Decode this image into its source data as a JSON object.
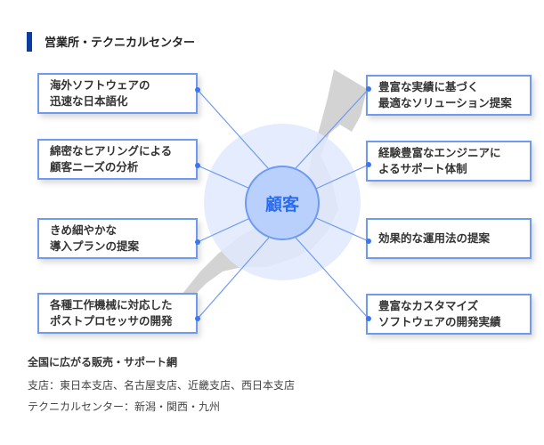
{
  "section_title": "営業所・テクニカルセンター",
  "center_label": "顧客",
  "left_boxes": [
    "海外ソフトウェアの\n迅速な日本語化",
    "綿密なヒアリングによる\n顧客ニーズの分析",
    "きめ細やかな\n導入プランの提案",
    "各種工作機械に対応した\nポストプロセッサの開発"
  ],
  "right_boxes": [
    "豊富な実績に基づく\n最適なソリューション提案",
    "経験豊富なエンジニアに\nよるサポート体制",
    "効果的な運用法の提案",
    "豊富なカスタマイズ\nソフトウェアの開発実績"
  ],
  "network": {
    "heading": "全国に広がる販売・サポート網",
    "branches": "支店：東日本支店、名古屋支店、近畿支店、西日本支店",
    "tech_centers": "テクニカルセンター：新潟・関西・九州"
  },
  "colors": {
    "accent": "#0a3d9e",
    "line": "#6f9af2"
  }
}
